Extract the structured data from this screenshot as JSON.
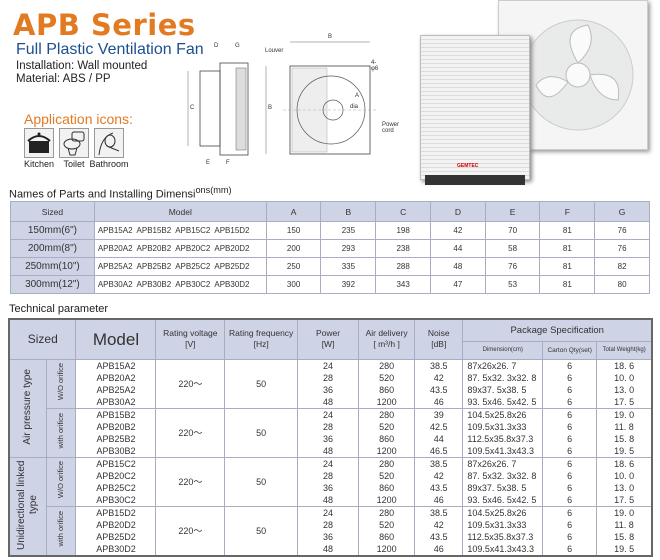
{
  "header": {
    "title": "APB Series",
    "subtitle": "Full Plastic Ventilation Fan",
    "installation": "Installation: Wall mounted",
    "material": "Material: ABS / PP",
    "app_icons_title": "Application icons:",
    "app_icons": [
      {
        "label": "Kitchen",
        "icon": "kitchen-pot-icon"
      },
      {
        "label": "Toilet",
        "icon": "toilet-icon"
      },
      {
        "label": "Bathroom",
        "icon": "shower-icon"
      }
    ]
  },
  "diagram": {
    "labels": {
      "louver": "Louver",
      "power_cord": "Power cord",
      "dia": "dia",
      "holes": "4-φ6",
      "A": "A",
      "B": "B",
      "C": "C",
      "D": "D",
      "E": "E",
      "F": "F",
      "G": "G"
    }
  },
  "photo": {
    "brand": "GEMTEC"
  },
  "dims": {
    "title": "Names of Parts and Installing Dimensi",
    "title_sup": "ons(mm)",
    "headers": [
      "Sized",
      "Model",
      "A",
      "B",
      "C",
      "D",
      "E",
      "F",
      "G"
    ],
    "rows": [
      [
        "150mm(6\")",
        "APB15A2  APB15B2  APB15C2  APB15D2",
        "150",
        "235",
        "198",
        "42",
        "70",
        "81",
        "76"
      ],
      [
        "200mm(8\")",
        "APB20A2  APB20B2  APB20C2  APB20D2",
        "200",
        "293",
        "238",
        "44",
        "58",
        "81",
        "76"
      ],
      [
        "250mm(10\")",
        "APB25A2  APB25B2  APB25C2  APB25D2",
        "250",
        "335",
        "288",
        "48",
        "76",
        "81",
        "82"
      ],
      [
        "300mm(12\")",
        "APB30A2  APB30B2  APB30C2  APB30D2",
        "300",
        "392",
        "343",
        "47",
        "53",
        "81",
        "80"
      ]
    ]
  },
  "tech": {
    "title": "Technical parameter",
    "headers": {
      "sized": "Sized",
      "model": "Model",
      "voltage": "Rating voltage",
      "voltage_unit": "[V]",
      "freq": "Rating frequency",
      "freq_unit": "[Hz]",
      "power": "Power",
      "power_unit": "[W]",
      "air": "Air delivery",
      "air_unit": "[ m³/h ]",
      "noise": "Noise",
      "noise_unit": "[dB]",
      "package": "Package Specification",
      "dimension": "Dimension(cm)",
      "carton": "Carton Qty(set)",
      "weight": "Total Weight(kg)"
    },
    "types": [
      {
        "label": "Air pressure type"
      },
      {
        "label": "Unidirectional linked type"
      }
    ],
    "groups": [
      {
        "sub": "W/O orifice",
        "models": [
          "APB15A2",
          "APB20A2",
          "APB25A2",
          "APB30A2"
        ],
        "voltage": "220～",
        "freq": "50",
        "power": [
          "24",
          "28",
          "36",
          "48"
        ],
        "air": [
          "280",
          "520",
          "860",
          "1200"
        ],
        "noise": [
          "38.5",
          "42",
          "43.5",
          "46"
        ],
        "dimension": [
          "87x26x26. 7",
          "87. 5x32. 3x32. 8",
          "89x37. 5x38. 5",
          "93. 5x46. 5x42. 5"
        ],
        "carton": [
          "6",
          "6",
          "6",
          "6"
        ],
        "weight": [
          "18. 6",
          "10. 0",
          "13. 0",
          "17. 5"
        ]
      },
      {
        "sub": "with orifice",
        "models": [
          "APB15B2",
          "APB20B2",
          "APB25B2",
          "APB30B2"
        ],
        "voltage": "220～",
        "freq": "50",
        "power": [
          "24",
          "28",
          "36",
          "48"
        ],
        "air": [
          "280",
          "520",
          "860",
          "1200"
        ],
        "noise": [
          "39",
          "42.5",
          "44",
          "46.5"
        ],
        "dimension": [
          "104.5x25.8x26",
          "109.5x31.3x33",
          "112.5x35.8x37.3",
          "109.5x41.3x43.3"
        ],
        "carton": [
          "6",
          "6",
          "6",
          "6"
        ],
        "weight": [
          "19. 0",
          "11. 8",
          "15. 8",
          "19. 5"
        ]
      },
      {
        "sub": "W/O orifice",
        "models": [
          "APB15C2",
          "APB20C2",
          "APB25C2",
          "APB30C2"
        ],
        "voltage": "220～",
        "freq": "50",
        "power": [
          "24",
          "28",
          "36",
          "48"
        ],
        "air": [
          "280",
          "520",
          "860",
          "1200"
        ],
        "noise": [
          "38.5",
          "42",
          "43.5",
          "46"
        ],
        "dimension": [
          "87x26x26. 7",
          "87. 5x32. 3x32. 8",
          "89x37. 5x38. 5",
          "93. 5x46. 5x42. 5"
        ],
        "carton": [
          "6",
          "6",
          "6",
          "6"
        ],
        "weight": [
          "18. 6",
          "10. 0",
          "13. 0",
          "17. 5"
        ]
      },
      {
        "sub": "with orifice",
        "models": [
          "APB15D2",
          "APB20D2",
          "APB25D2",
          "APB30D2"
        ],
        "voltage": "220～",
        "freq": "50",
        "power": [
          "24",
          "28",
          "36",
          "48"
        ],
        "air": [
          "280",
          "520",
          "860",
          "1200"
        ],
        "noise": [
          "38.5",
          "42",
          "43.5",
          "46"
        ],
        "dimension": [
          "104.5x25.8x26",
          "109.5x31.3x33",
          "112.5x35.8x37.3",
          "109.5x41.3x43.3"
        ],
        "carton": [
          "6",
          "6",
          "6",
          "6"
        ],
        "weight": [
          "19. 0",
          "11. 8",
          "15. 8",
          "19. 5"
        ]
      }
    ]
  },
  "colors": {
    "accent": "#e27a22",
    "subtitle": "#1d4f8f",
    "header_bg": "#cfd3e6"
  }
}
